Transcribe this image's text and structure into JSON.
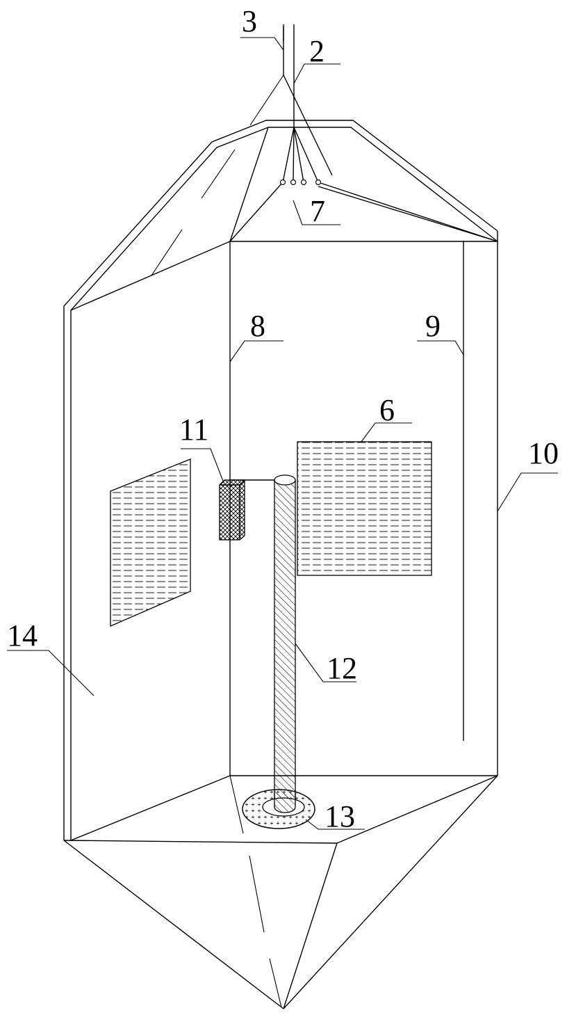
{
  "labels": {
    "l2": "2",
    "l3": "3",
    "l6": "6",
    "l7": "7",
    "l8": "8",
    "l9": "9",
    "l10": "10",
    "l11": "11",
    "l12": "12",
    "l13": "13",
    "l14": "14"
  }
}
